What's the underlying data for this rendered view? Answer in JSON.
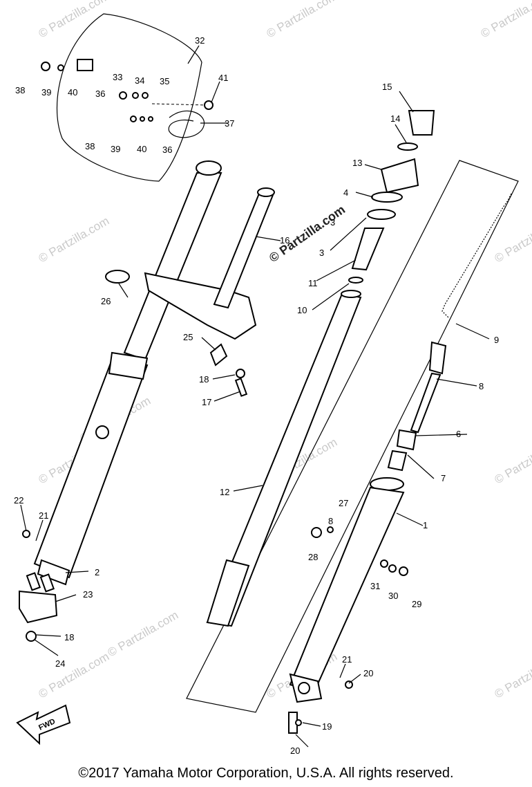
{
  "watermark": "© Partzilla.com",
  "fwd_label": "FWD",
  "copyright": "©2017 Yamaha Motor Corporation, U.S.A. All rights reserved.",
  "callouts": [
    "1",
    "2",
    "3",
    "3",
    "4",
    "6",
    "7",
    "8",
    "9",
    "10",
    "11",
    "12",
    "13",
    "14",
    "15",
    "16",
    "17",
    "18",
    "18",
    "19",
    "20",
    "20",
    "21",
    "21",
    "22",
    "23",
    "24",
    "25",
    "26",
    "27",
    "28",
    "29",
    "30",
    "31",
    "32",
    "33",
    "34",
    "35",
    "36",
    "36",
    "37",
    "38",
    "38",
    "39",
    "39",
    "40",
    "40",
    "41",
    "8"
  ]
}
